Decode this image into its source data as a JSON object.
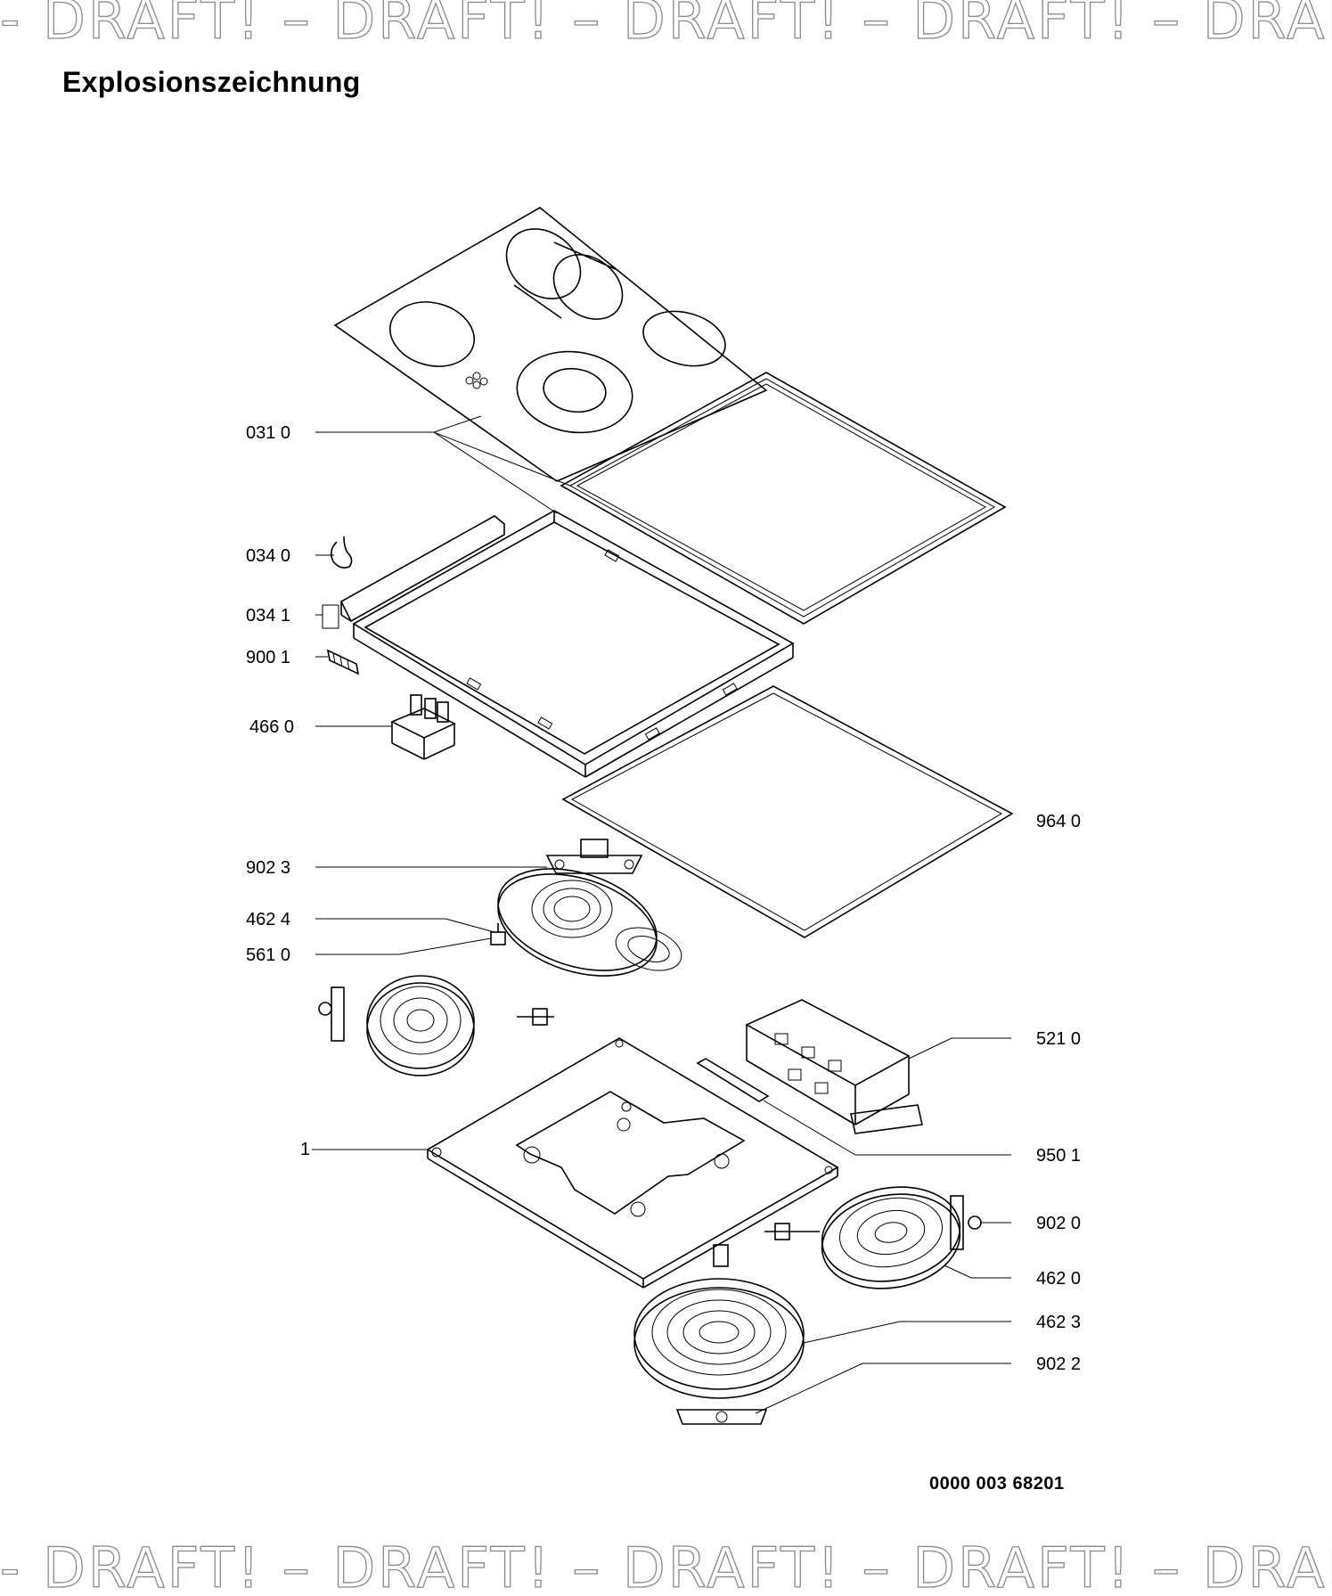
{
  "watermark": {
    "text": "- DRAFT! – DRAFT! – DRAFT! – DRAFT! – DRAFT! –"
  },
  "title": "Explosionszeichnung",
  "drawing_number": "0000 003 68201",
  "parts": [
    {
      "id": "031 0",
      "name": "ceramic-glass-top"
    },
    {
      "id": "034 0",
      "name": "clip"
    },
    {
      "id": "034 1",
      "name": "bracket"
    },
    {
      "id": "900 1",
      "name": "small-bracket"
    },
    {
      "id": "466 0",
      "name": "terminal-block"
    },
    {
      "id": "964 0",
      "name": "seal"
    },
    {
      "id": "902 3",
      "name": "mounting-bracket"
    },
    {
      "id": "462 4",
      "name": "oval-heating-element"
    },
    {
      "id": "561 0",
      "name": "thermostat-limiter"
    },
    {
      "id": "521 0",
      "name": "control-module"
    },
    {
      "id": "1",
      "name": "base-tray"
    },
    {
      "id": "950 1",
      "name": "strip"
    },
    {
      "id": "902 0",
      "name": "mounting-bracket"
    },
    {
      "id": "462 0",
      "name": "round-heating-element"
    },
    {
      "id": "462 3",
      "name": "large-heating-element"
    },
    {
      "id": "902 2",
      "name": "mounting-bracket"
    }
  ]
}
